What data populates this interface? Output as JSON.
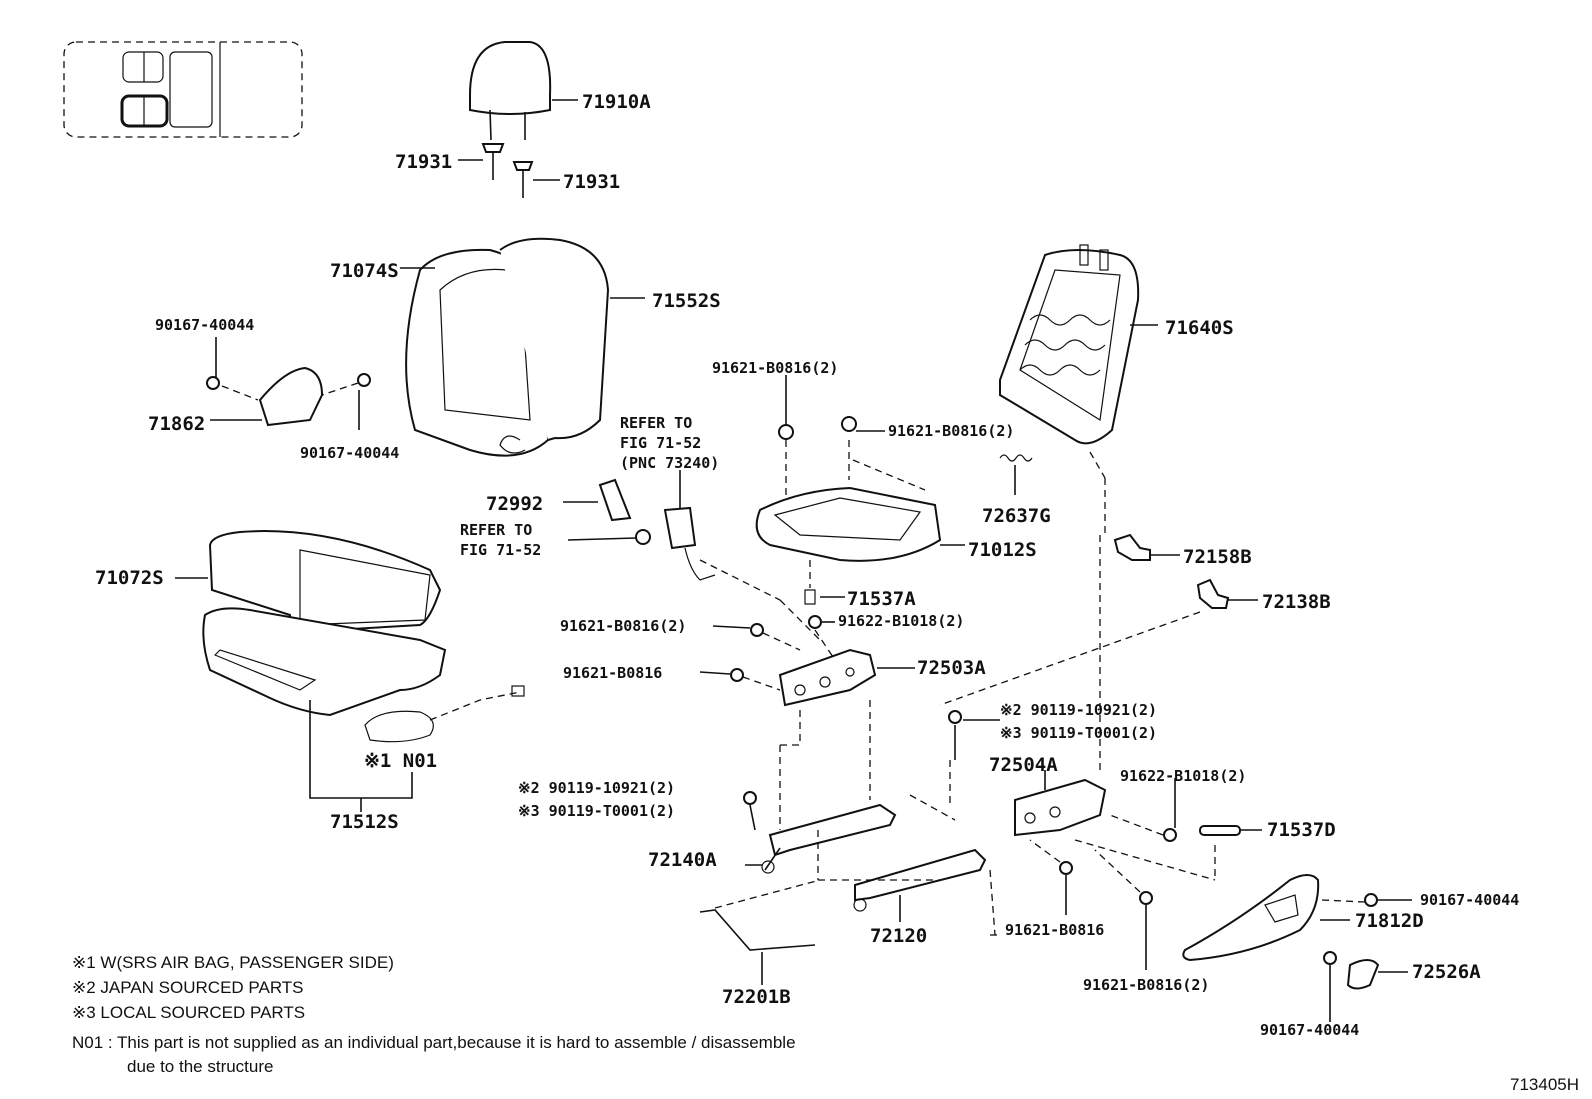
{
  "header": {},
  "part_labels": {
    "p71910A": "71910A",
    "p71931a": "71931",
    "p71931b": "71931",
    "p71074S": "71074S",
    "p71552S": "71552S",
    "p90167a": "90167-40044",
    "p71862": "71862",
    "p90167b": "90167-40044",
    "p71640S": "71640S",
    "p91621_top": "91621-B0816(2)",
    "p91621_mid": "91621-B0816(2)",
    "refer1_line1": "REFER TO",
    "refer1_line2": "FIG 71-52",
    "refer1_line3": "(PNC 73240)",
    "p72992": "72992",
    "refer2_line1": "REFER TO",
    "refer2_line2": "FIG 71-52",
    "p72637G": "72637G",
    "p71012S": "71012S",
    "p72158B": "72158B",
    "p71072S": "71072S",
    "p71537A": "71537A",
    "p72138B": "72138B",
    "p91621_left1": "91621-B0816(2)",
    "p91622_a": "91622-B1018(2)",
    "p72503A": "72503A",
    "p91621_left2": "91621-B0816",
    "p90119_right_a": "※2 90119-10921(2)",
    "p90119_right_b": "※3 90119-T0001(2)",
    "pN01": "※1 N01",
    "p72504A": "72504A",
    "p91622_b": "91622-B1018(2)",
    "p90119_left_a": "※2 90119-10921(2)",
    "p90119_left_b": "※3 90119-T0001(2)",
    "p71512S": "71512S",
    "p71537D": "71537D",
    "p72140A": "72140A",
    "p90167c": "90167-40044",
    "p71812D": "71812D",
    "p72120": "72120",
    "p91621_bot1": "91621-B0816",
    "p72526A": "72526A",
    "p91621_bot2": "91621-B0816(2)",
    "p72201B": "72201B",
    "p90167d": "90167-40044"
  },
  "notes": {
    "n1": "※1 W(SRS AIR BAG, PASSENGER SIDE)",
    "n2": "※2 JAPAN SOURCED PARTS",
    "n3": "※3 LOCAL SOURCED PARTS",
    "n01_line1": "N01 :  This part is not supplied as an individual part,because it is hard to assemble / disassemble",
    "n01_line2": "due to the structure"
  },
  "figure_id": "713405H"
}
